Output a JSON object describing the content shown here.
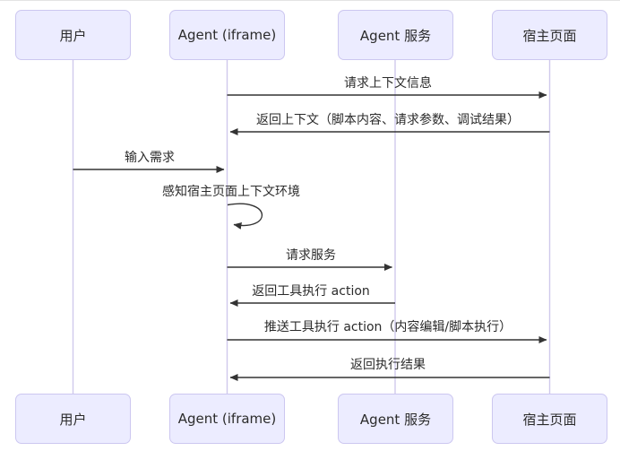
{
  "diagram": {
    "type": "sequence",
    "actors": [
      {
        "id": "user",
        "label": "用户"
      },
      {
        "id": "agent-iframe",
        "label": "Agent (iframe)"
      },
      {
        "id": "agent-service",
        "label": "Agent 服务"
      },
      {
        "id": "host-page",
        "label": "宿主页面"
      }
    ],
    "messages": [
      {
        "from": "Agent (iframe)",
        "to": "宿主页面",
        "label": "请求上下文信息"
      },
      {
        "from": "宿主页面",
        "to": "Agent (iframe)",
        "label": "返回上下文（脚本内容、请求参数、调试结果）"
      },
      {
        "from": "用户",
        "to": "Agent (iframe)",
        "label": "输入需求"
      },
      {
        "from": "Agent (iframe)",
        "to": "Agent (iframe)",
        "label": "感知宿主页面上下文环境",
        "self": true
      },
      {
        "from": "Agent (iframe)",
        "to": "Agent 服务",
        "label": "请求服务"
      },
      {
        "from": "Agent 服务",
        "to": "Agent (iframe)",
        "label": "返回工具执行 action"
      },
      {
        "from": "Agent (iframe)",
        "to": "宿主页面",
        "label": "推送工具执行 action（内容编辑/脚本执行）"
      },
      {
        "from": "宿主页面",
        "to": "Agent (iframe)",
        "label": "返回执行结果"
      }
    ],
    "colors": {
      "actor_fill": "#ECECFF",
      "actor_border": "#CCC7F0",
      "lifeline": "#CFC9EC",
      "arrow": "#333333",
      "text": "#2b2b2b"
    }
  }
}
